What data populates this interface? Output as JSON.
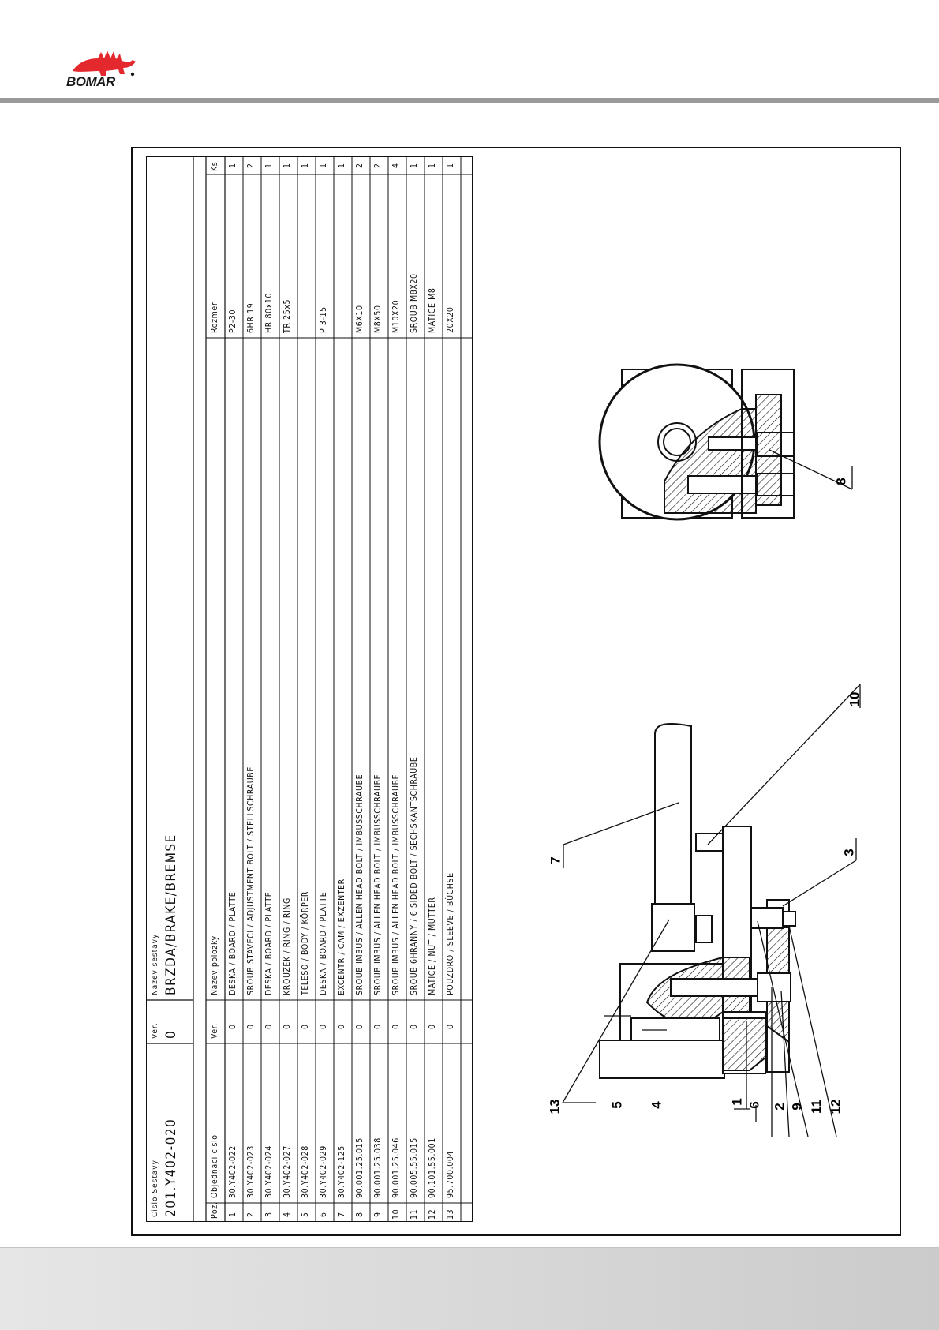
{
  "brand": {
    "logo_text": "BOMAR"
  },
  "assembly": {
    "number_label": "Cislo Sestavy",
    "number": "201.Y402-020",
    "version_label": "Ver.",
    "version": "0",
    "name_label": "Nazev sestavy",
    "name": "BRZDA/BRAKE/BREMSE"
  },
  "parts_table": {
    "headers": {
      "pos": "Poz.",
      "order_no": "Objednaci cislo",
      "ver": "Ver.",
      "name": "Nazev polozky",
      "size": "Rozmer",
      "qty": "Ks"
    },
    "rows": [
      {
        "pos": "1",
        "order_no": "30.Y402-022",
        "ver": "0",
        "name": "DESKA / BOARD / PLATTE",
        "size": "P2-30",
        "qty": "1"
      },
      {
        "pos": "2",
        "order_no": "30.Y402-023",
        "ver": "0",
        "name": "SROUB STAVECI / ADJUSTMENT BOLT / STELLSCHRAUBE",
        "size": "6HR 19",
        "qty": "2"
      },
      {
        "pos": "3",
        "order_no": "30.Y402-024",
        "ver": "0",
        "name": "DESKA / BOARD / PLATTE",
        "size": "HR 80x10",
        "qty": "1"
      },
      {
        "pos": "4",
        "order_no": "30.Y402-027",
        "ver": "0",
        "name": "KROUZEK / RING / RING",
        "size": "TR 25x5",
        "qty": "1"
      },
      {
        "pos": "5",
        "order_no": "30.Y402-028",
        "ver": "0",
        "name": "TELESO / BODY / KÖRPER",
        "size": "",
        "qty": "1"
      },
      {
        "pos": "6",
        "order_no": "30.Y402-029",
        "ver": "0",
        "name": "DESKA / BOARD / PLATTE",
        "size": "P 3-15",
        "qty": "1"
      },
      {
        "pos": "7",
        "order_no": "30.Y402-125",
        "ver": "0",
        "name": "EXCENTR / CAM / EXZENTER",
        "size": "",
        "qty": "1"
      },
      {
        "pos": "8",
        "order_no": "90.001.25.015",
        "ver": "0",
        "name": "SROUB IMBUS / ALLEN HEAD BOLT / IMBUSSCHRAUBE",
        "size": "M6X10",
        "qty": "2"
      },
      {
        "pos": "9",
        "order_no": "90.001.25.038",
        "ver": "0",
        "name": "SROUB IMBUS / ALLEN HEAD BOLT / IMBUSSCHRAUBE",
        "size": "M8X50",
        "qty": "2"
      },
      {
        "pos": "10",
        "order_no": "90.001.25.046",
        "ver": "0",
        "name": "SROUB IMBUS / ALLEN HEAD BOLT / IMBUSSCHRAUBE",
        "size": "M10X20",
        "qty": "4"
      },
      {
        "pos": "11",
        "order_no": "90.005.55.015",
        "ver": "0",
        "name": "SROUB 6HRANNY / 6 SIDED BOLT / SECHSKANTSCHRAUBE",
        "size": "SROUB M8X20",
        "qty": "1"
      },
      {
        "pos": "12",
        "order_no": "90.101.55.001",
        "ver": "0",
        "name": "MATICE / NUT / MUTTER",
        "size": "MATICE M8",
        "qty": "1"
      },
      {
        "pos": "13",
        "order_no": "95.700.004",
        "ver": "0",
        "name": "POUZDRO / SLEEVE / BÜCHSE",
        "size": "20X20",
        "qty": "1"
      }
    ]
  },
  "callouts": {
    "side_view": [
      "13",
      "5",
      "4",
      "1",
      "6",
      "2",
      "9",
      "11",
      "12",
      "7",
      "3",
      "10"
    ],
    "end_view": [
      "8"
    ]
  }
}
